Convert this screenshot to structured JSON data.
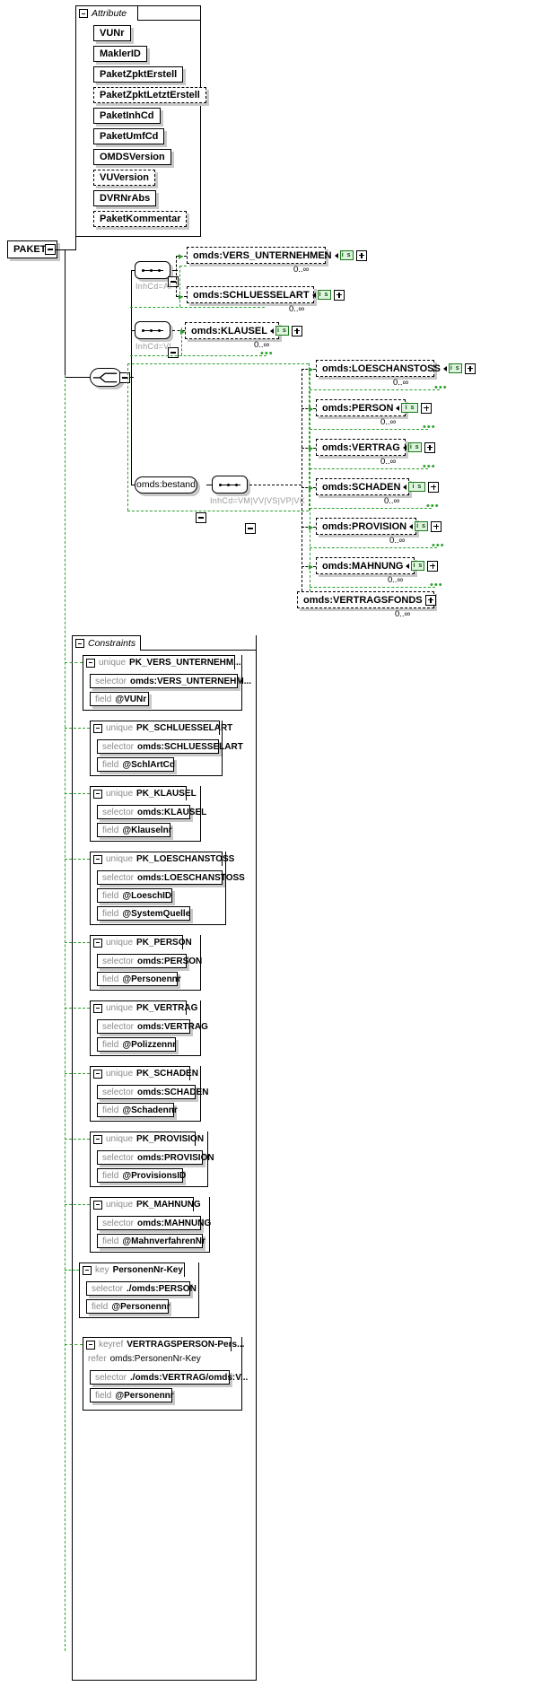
{
  "diagram": {
    "type": "xml-schema-element-diagram",
    "root_element": "PAKET",
    "accent_green": "#2ca02c",
    "shadow_gray": "#c8c8c8"
  },
  "attribute_group": {
    "title": "Attribute",
    "items": [
      {
        "name": "VUNr",
        "optional": false
      },
      {
        "name": "MaklerID",
        "optional": false
      },
      {
        "name": "PaketZpktErstell",
        "optional": false
      },
      {
        "name": "PaketZpktLetztErstell",
        "optional": true
      },
      {
        "name": "PaketInhCd",
        "optional": false
      },
      {
        "name": "PaketUmfCd",
        "optional": false
      },
      {
        "name": "OMDSVersion",
        "optional": false
      },
      {
        "name": "VUVersion",
        "optional": true
      },
      {
        "name": "DVRNrAbs",
        "optional": false
      },
      {
        "name": "PaketKommentar",
        "optional": true
      }
    ]
  },
  "compositors": {
    "seq_ai_label": "InhCd=AI",
    "seq_vi_label": "InhCd=VI",
    "seq_bestand_label": "InhCd=VM|VV|VS|VP|VK",
    "bestand_name": "omds:bestand"
  },
  "elements": {
    "seq_ai": [
      {
        "name": "omds:VERS_UNTERNEHMEN",
        "badge": "i s",
        "cardinality": "0..∞"
      },
      {
        "name": "omds:SCHLUESSELART",
        "badge": "i s",
        "cardinality": "0..∞"
      }
    ],
    "seq_vi": [
      {
        "name": "omds:KLAUSEL",
        "badge": "i s",
        "cardinality": "0..∞"
      }
    ],
    "bestand": [
      {
        "name": "omds:LOESCHANSTOSS",
        "badge": "i s",
        "cardinality": "0..∞"
      },
      {
        "name": "omds:PERSON",
        "badge": "i s",
        "cardinality": "0..∞"
      },
      {
        "name": "omds:VERTRAG",
        "badge": "i s",
        "cardinality": "0..∞"
      },
      {
        "name": "omds:SCHADEN",
        "badge": "i s",
        "cardinality": "0..∞"
      },
      {
        "name": "omds:PROVISION",
        "badge": "i s",
        "cardinality": "0..∞"
      },
      {
        "name": "omds:MAHNUNG",
        "badge": "i s",
        "cardinality": "0..∞"
      },
      {
        "name": "omds:VERTRAGSFONDS",
        "badge": "",
        "cardinality": "0..∞"
      }
    ]
  },
  "constraints": {
    "title": "Constraints",
    "items": [
      {
        "kind": "unique",
        "name": "PK_VERS_UNTERNEHM...",
        "selector_label": "selector",
        "selector": "omds:VERS_UNTERNEHM...",
        "fields": [
          {
            "label": "field",
            "value": "@VUNr"
          }
        ]
      },
      {
        "kind": "unique",
        "name": "PK_SCHLUESSELART",
        "selector_label": "selector",
        "selector": "omds:SCHLUESSELART",
        "fields": [
          {
            "label": "field",
            "value": "@SchlArtCd"
          }
        ]
      },
      {
        "kind": "unique",
        "name": "PK_KLAUSEL",
        "selector_label": "selector",
        "selector": "omds:KLAUSEL",
        "fields": [
          {
            "label": "field",
            "value": "@Klauselnr"
          }
        ]
      },
      {
        "kind": "unique",
        "name": "PK_LOESCHANSTOSS",
        "selector_label": "selector",
        "selector": "omds:LOESCHANSTOSS",
        "fields": [
          {
            "label": "field",
            "value": "@LoeschID"
          },
          {
            "label": "field",
            "value": "@SystemQuelle"
          }
        ]
      },
      {
        "kind": "unique",
        "name": "PK_PERSON",
        "selector_label": "selector",
        "selector": "omds:PERSON",
        "fields": [
          {
            "label": "field",
            "value": "@Personennr"
          }
        ]
      },
      {
        "kind": "unique",
        "name": "PK_VERTRAG",
        "selector_label": "selector",
        "selector": "omds:VERTRAG",
        "fields": [
          {
            "label": "field",
            "value": "@Polizzennr"
          }
        ]
      },
      {
        "kind": "unique",
        "name": "PK_SCHADEN",
        "selector_label": "selector",
        "selector": "omds:SCHADEN",
        "fields": [
          {
            "label": "field",
            "value": "@Schadennr"
          }
        ]
      },
      {
        "kind": "unique",
        "name": "PK_PROVISION",
        "selector_label": "selector",
        "selector": "omds:PROVISION",
        "fields": [
          {
            "label": "field",
            "value": "@ProvisionsID"
          }
        ]
      },
      {
        "kind": "unique",
        "name": "PK_MAHNUNG",
        "selector_label": "selector",
        "selector": "omds:MAHNUNG",
        "fields": [
          {
            "label": "field",
            "value": "@MahnverfahrenNr"
          }
        ]
      },
      {
        "kind": "key",
        "name": "PersonenNr-Key",
        "selector_label": "selector",
        "selector": "./omds:PERSON",
        "fields": [
          {
            "label": "field",
            "value": "@Personennr"
          }
        ]
      },
      {
        "kind": "keyref",
        "name": "VERTRAGSPERSON-Pers...",
        "refer_label": "refer",
        "refer": "omds:PersonenNr-Key",
        "selector_label": "selector",
        "selector": "./omds:VERTRAG/omds:V...",
        "fields": [
          {
            "label": "field",
            "value": "@Personennr"
          }
        ]
      }
    ]
  }
}
